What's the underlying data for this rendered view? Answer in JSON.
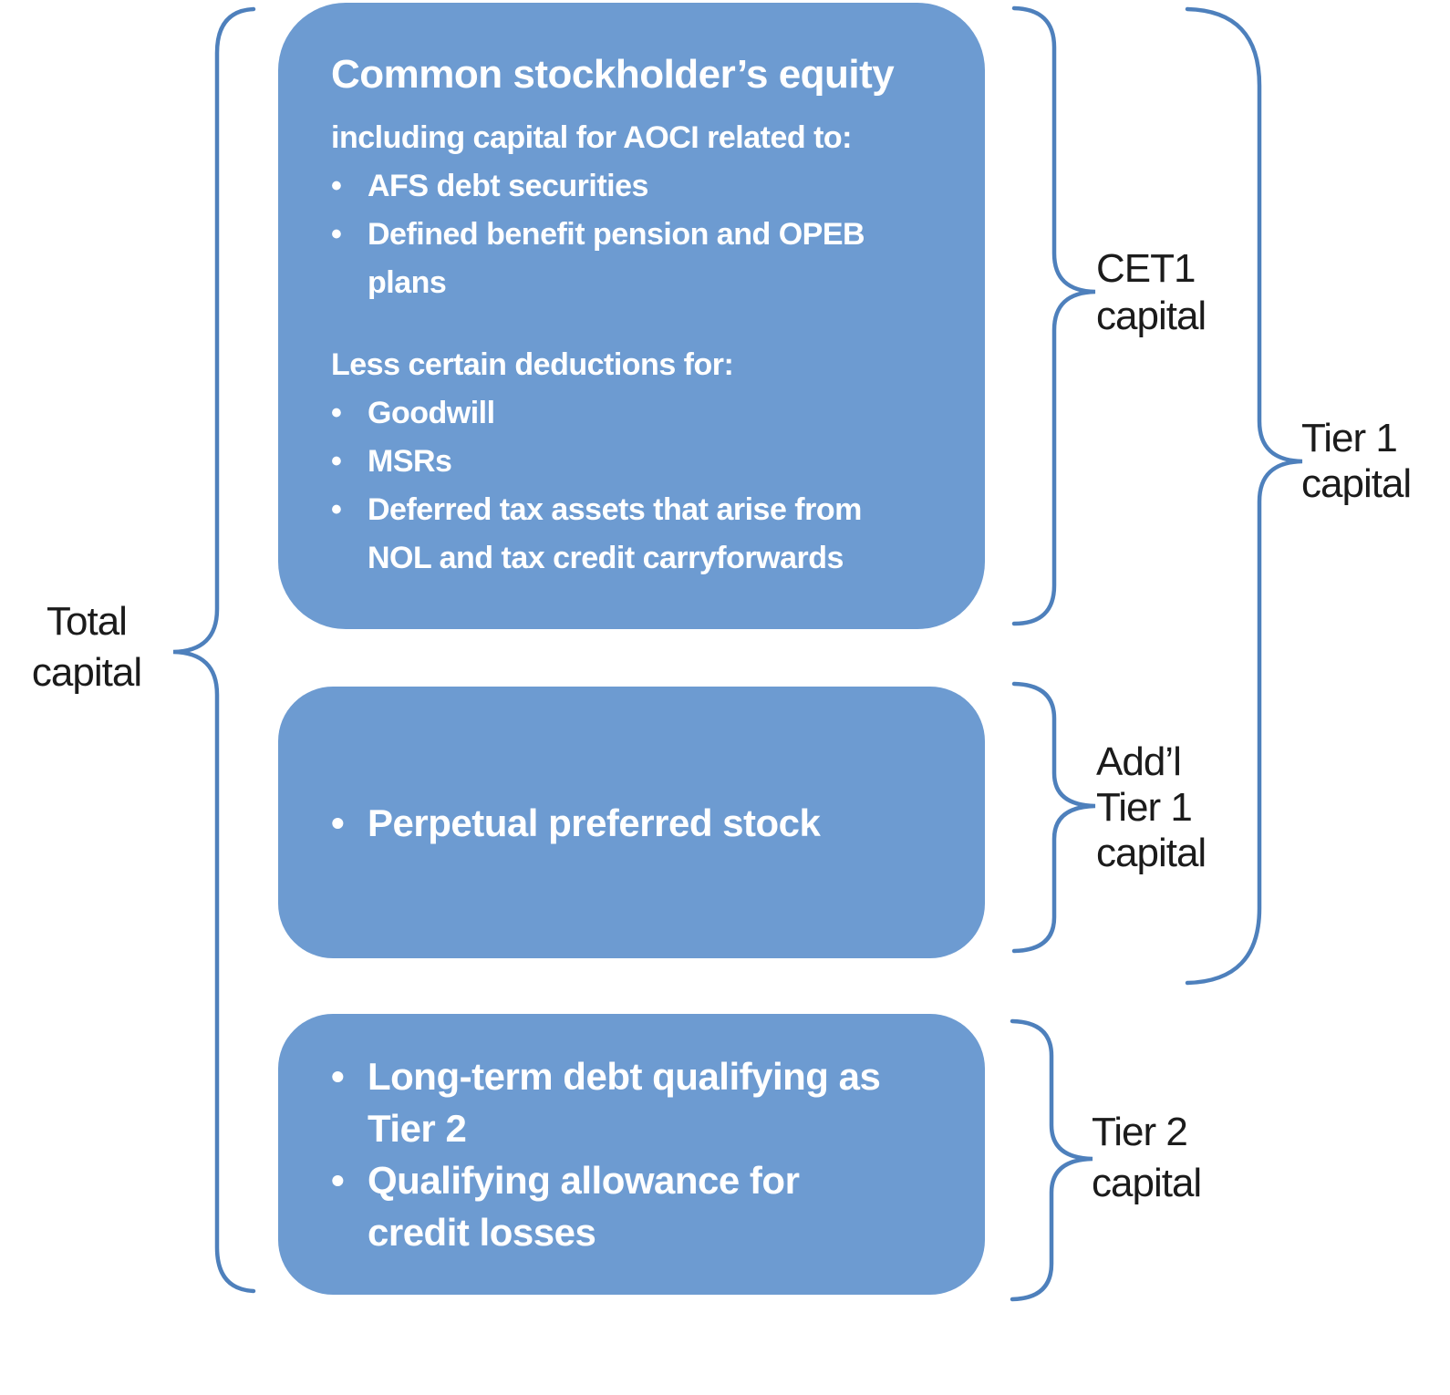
{
  "colors": {
    "box_fill": "#6D9BD1",
    "brace_stroke": "#4E80BC",
    "box_text": "#FFFFFF",
    "label_text": "#1B1B1B"
  },
  "boxes": {
    "cet1": {
      "title": "Common stockholder’s equity",
      "subtitle": "including capital for AOCI related to:",
      "aoci_items": [
        "AFS debt securities",
        "Defined benefit pension and OPEB\nplans"
      ],
      "deductions_heading": "Less certain deductions for:",
      "deduction_items": [
        "Goodwill",
        "MSRs",
        "Deferred tax assets that arise from\nNOL and tax credit carryforwards"
      ]
    },
    "addl_tier1": {
      "items": [
        "Perpetual preferred stock"
      ]
    },
    "tier2": {
      "items": [
        "Long-term debt qualifying as\nTier 2",
        "Qualifying allowance for\ncredit losses"
      ]
    }
  },
  "labels": {
    "total_capital": "Total\ncapital",
    "cet1_capital": "CET1\ncapital",
    "addl_tier1_capital": "Add’l\nTier 1\ncapital",
    "tier1_capital": "Tier 1\ncapital",
    "tier2_capital": "Tier 2\ncapital"
  }
}
